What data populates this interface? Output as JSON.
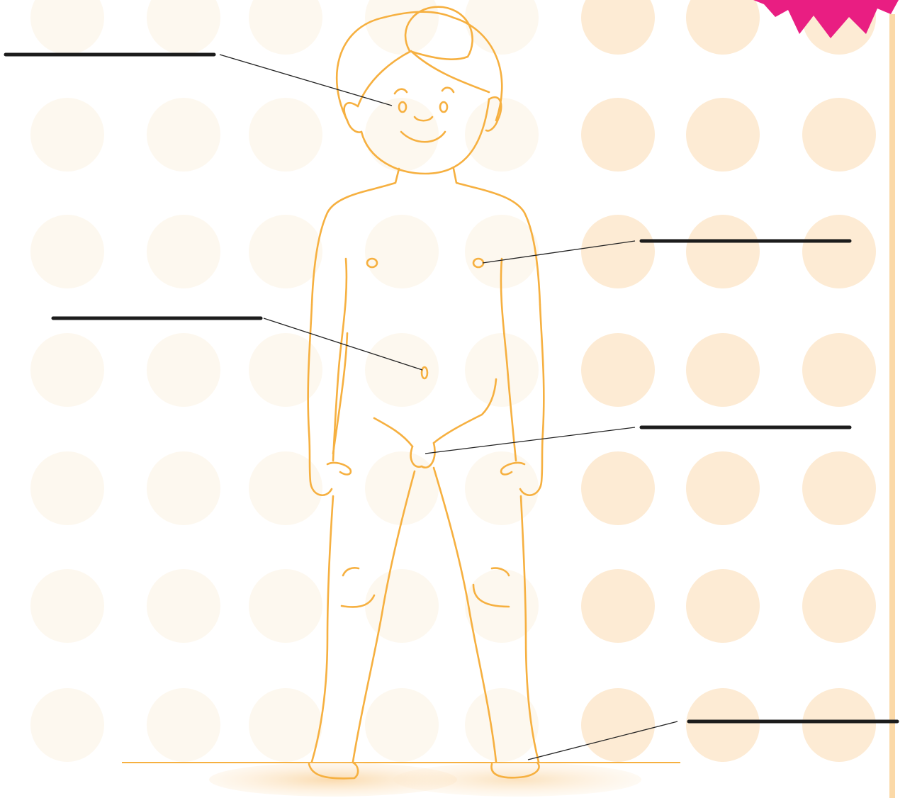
{
  "diagram": {
    "kind": "body-parts-labeling-worksheet",
    "subject": "standing-child-outline",
    "blank_count": 5,
    "colors": {
      "outline": "#f6b040",
      "leader_line": "#222222",
      "answer_blank": "#1c1c1c",
      "dot_faint": "#fdf8ef",
      "dot_warm": "#fdebd4",
      "ruler": "#fbd9a8",
      "banner": "#e91e82",
      "floor_shadow": "#fbd9a8"
    },
    "blanks": [
      {
        "target": "eye",
        "answer_text": ""
      },
      {
        "target": "nipple",
        "answer_text": ""
      },
      {
        "target": "navel",
        "answer_text": ""
      },
      {
        "target": "genitals",
        "answer_text": ""
      },
      {
        "target": "toes",
        "answer_text": ""
      }
    ]
  }
}
